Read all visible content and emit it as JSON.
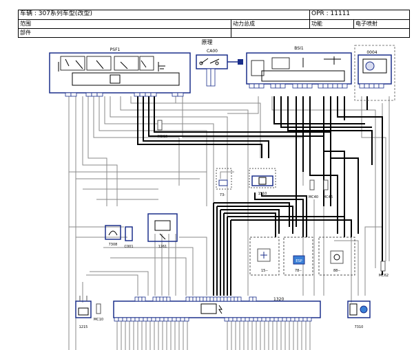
{
  "header": {
    "vehicle": "车辆 : 307系列车型(改型)",
    "opr": "OPR : 11111",
    "scope_label": "范围",
    "powertrain": "动力总成",
    "function_label": "功能",
    "function_value": "电子喷射",
    "parts_label": "部件"
  },
  "diagram": {
    "title": "原理",
    "components": {
      "psf1": "PSF1",
      "ca00": "CA00",
      "bsi1": "BSI1",
      "c0004": "0004",
      "c7308": "7308",
      "c0001": "C001",
      "c1261": "1261",
      "c1510": "1510",
      "c15": "15--",
      "c78": "78--",
      "c88": "88--",
      "c73": "73-",
      "c1320": "1320",
      "c1215": "1215",
      "c7310": "7310"
    },
    "grounds": {
      "mc10a": "MC10",
      "mc10b": "MC10",
      "mc40": "MC40",
      "mc46": "MC46",
      "mc62": "MC62"
    }
  }
}
